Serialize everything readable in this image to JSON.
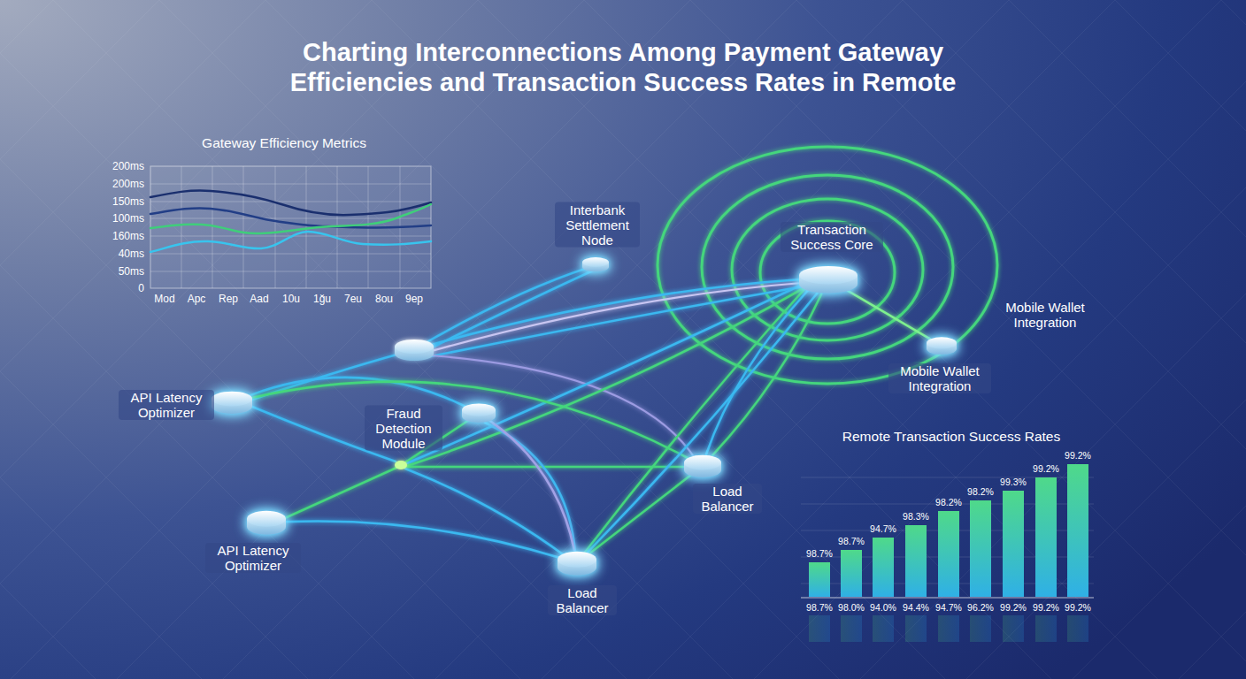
{
  "diagram": {
    "title": "Charting Interconnections Among Payment Gateway Efficiencies and Transaction Success Rates in Remote",
    "nodes": [
      {
        "text": [
          "Interbank Settlement Node"
        ]
      },
      {
        "text": [
          "Transaction Success Core"
        ]
      },
      {
        "text": [
          "Mobile Wallet Integration"
        ]
      },
      {
        "text": [
          "API Latency Optimizer"
        ]
      },
      {
        "text": [
          "Fraud Detection Module"
        ]
      },
      {
        "text": [
          "Load Balancer"
        ]
      },
      {
        "text": [
          "API Latency Optimizer"
        ]
      },
      {
        "text": [
          "Load Balancer"
        ]
      }
    ],
    "edges": [
      {
        "from": 3,
        "to": 4,
        "arrow": "none"
      },
      {
        "from": 3,
        "to": 5,
        "arrow": "none"
      },
      {
        "from": 4,
        "to": 7,
        "arrow": "none"
      },
      {
        "from": 6,
        "to": 7,
        "arrow": "none"
      },
      {
        "from": 7,
        "to": 1,
        "arrow": "none"
      },
      {
        "from": 7,
        "to": 5,
        "arrow": "none"
      },
      {
        "from": 5,
        "to": 1,
        "arrow": "none"
      },
      {
        "from": 1,
        "to": 2,
        "arrow": "none"
      }
    ],
    "labels": [
      "Gateway Efficiency Metrics",
      "200ms",
      "200ms",
      "150ms",
      "100ms",
      "160ms",
      "40ms",
      "50ms",
      "0",
      "Mod",
      "Apc",
      "Rep",
      "Aad",
      "10u",
      "1ğu",
      "7eu",
      "8ou",
      "9ep",
      "Mobile Wallet Integration",
      "Remote Transaction Success Rates",
      "98.7%",
      "98.7%",
      "94.7%",
      "98.3%",
      "98.2%",
      "98.2%",
      "99.3%",
      "99.2%",
      "99.2%",
      "98.7%",
      "98.0%",
      "94.0%",
      "94.4%",
      "94.7%",
      "96.2%",
      "99.2%",
      "99.2%",
      "99.2%"
    ]
  }
}
